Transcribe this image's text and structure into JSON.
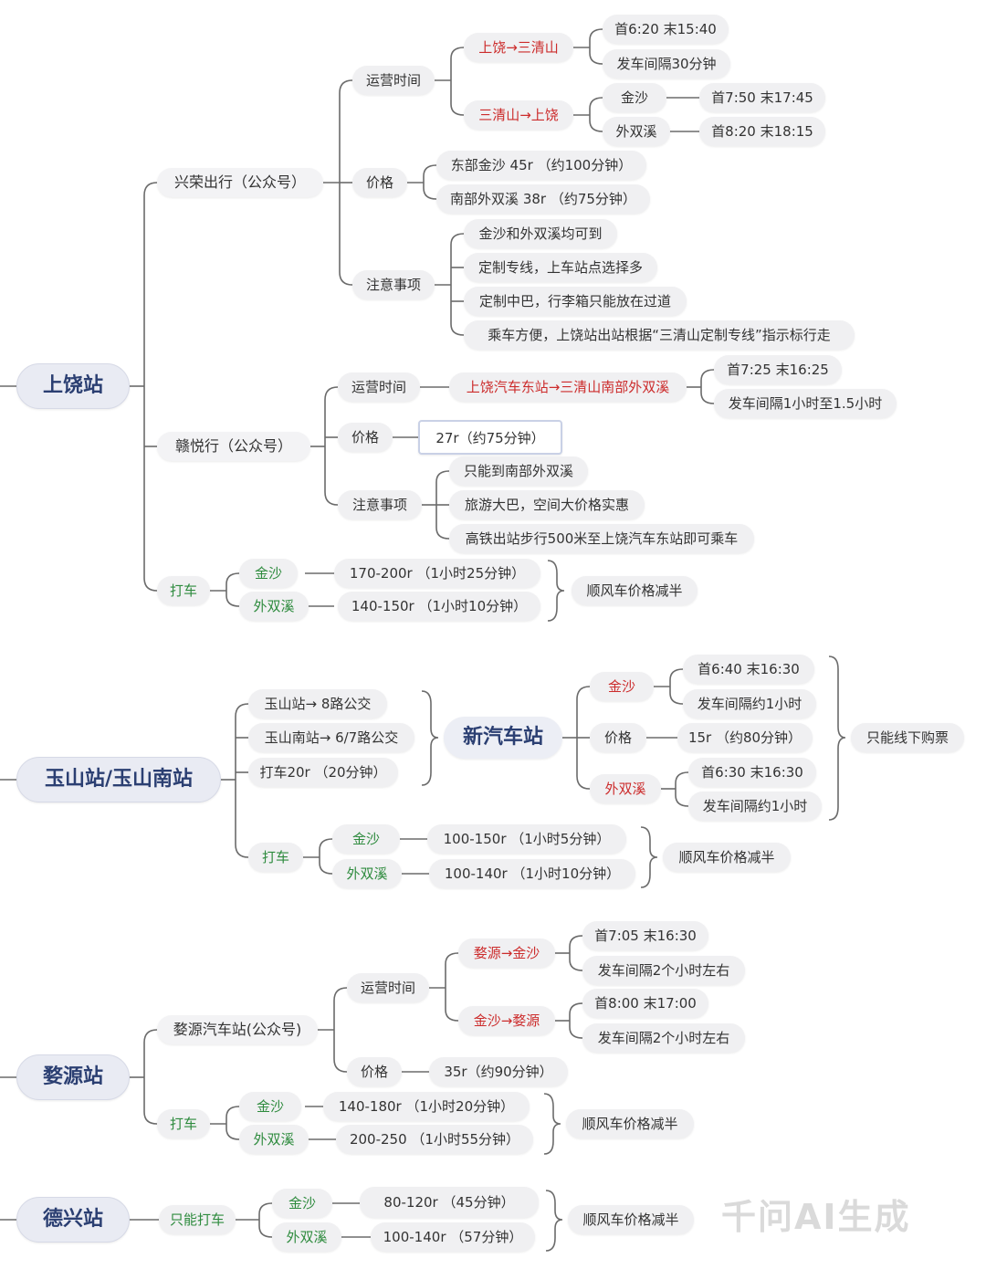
{
  "shangrao": {
    "title": "上饶站",
    "xingrong": {
      "label": "兴荣出行（公众号）",
      "hours_label": "运营时间",
      "route_a": "上饶→三清山",
      "route_a_first": "首6:20 末15:40",
      "route_a_interval": "发车间隔30分钟",
      "route_b": "三清山→上饶",
      "jinsha": "金沙",
      "jinsha_times": "首7:50 末17:45",
      "waishuangxi": "外双溪",
      "waishuangxi_times": "首8:20 末18:15",
      "price_label": "价格",
      "price_east": "东部金沙 45r （约100分钟）",
      "price_south": "南部外双溪 38r （约75分钟）",
      "notes_label": "注意事项",
      "notes": [
        "金沙和外双溪均可到",
        "定制专线，上车站点选择多",
        "定制中巴，行李箱只能放在过道",
        "乘车方便，上饶站出站根据“三清山定制专线”指示标行走"
      ]
    },
    "ganyue": {
      "label": "赣悦行（公众号）",
      "hours_label": "运营时间",
      "route": "上饶汽车东站→三清山南部外双溪",
      "first_last": "首7:25 末16:25",
      "interval": "发车间隔1小时至1.5小时",
      "price_label": "价格",
      "price": "27r（约75分钟）",
      "notes_label": "注意事项",
      "notes": [
        "只能到南部外双溪",
        "旅游大巴，空间大价格实惠",
        "高铁出站步行500米至上饶汽车东站即可乘车"
      ]
    },
    "taxi": {
      "label": "打车",
      "jinsha": "金沙",
      "jinsha_price": "170-200r （1小时25分钟）",
      "waishuangxi": "外双溪",
      "waishuangxi_price": "140-150r （1小时10分钟）",
      "note": "顺风车价格减半"
    }
  },
  "yushan": {
    "title": "玉山站/玉山南站",
    "options": [
      "玉山站→ 8路公交",
      "玉山南站→ 6/7路公交",
      "打车20r （20分钟）"
    ],
    "hub": "新汽车站",
    "jinsha": "金沙",
    "jinsha_first": "首6:40 末16:30",
    "jinsha_interval": "发车间隔约1小时",
    "price_label": "价格",
    "price": "15r （约80分钟）",
    "waishuangxi": "外双溪",
    "wsx_first": "首6:30 末16:30",
    "wsx_interval": "发车间隔约1小时",
    "ticket_note": "只能线下购票",
    "taxi": {
      "label": "打车",
      "jinsha": "金沙",
      "jinsha_price": "100-150r （1小时5分钟）",
      "waishuangxi": "外双溪",
      "waishuangxi_price": "100-140r （1小时10分钟）",
      "note": "顺风车价格减半"
    }
  },
  "wuyuan": {
    "title": "婺源站",
    "bus_station": "婺源汽车站(公众号)",
    "hours_label": "运营时间",
    "route_a": "婺源→金沙",
    "route_a_first": "首7:05 末16:30",
    "route_a_interval": "发车间隔2个小时左右",
    "route_b": "金沙→婺源",
    "route_b_first": "首8:00 末17:00",
    "route_b_interval": "发车间隔2个小时左右",
    "price_label": "价格",
    "price": "35r（约90分钟）",
    "taxi": {
      "label": "打车",
      "jinsha": "金沙",
      "jinsha_price": "140-180r （1小时20分钟）",
      "waishuangxi": "外双溪",
      "waishuangxi_price": "200-250 （1小时55分钟）",
      "note": "顺风车价格减半"
    }
  },
  "dexing": {
    "title": "德兴站",
    "only_taxi": "只能打车",
    "jinsha": "金沙",
    "jinsha_price": "80-120r （45分钟）",
    "waishuangxi": "外双溪",
    "waishuangxi_price": "100-140r （57分钟）",
    "note": "顺风车价格减半"
  },
  "watermark": "千问AI生成",
  "colors": {
    "line": "#6b6b6b",
    "node_bg": "#f0f0f2",
    "root_text": "#2b3f72",
    "red": "#cc2c2c",
    "green": "#2e8b3e"
  }
}
